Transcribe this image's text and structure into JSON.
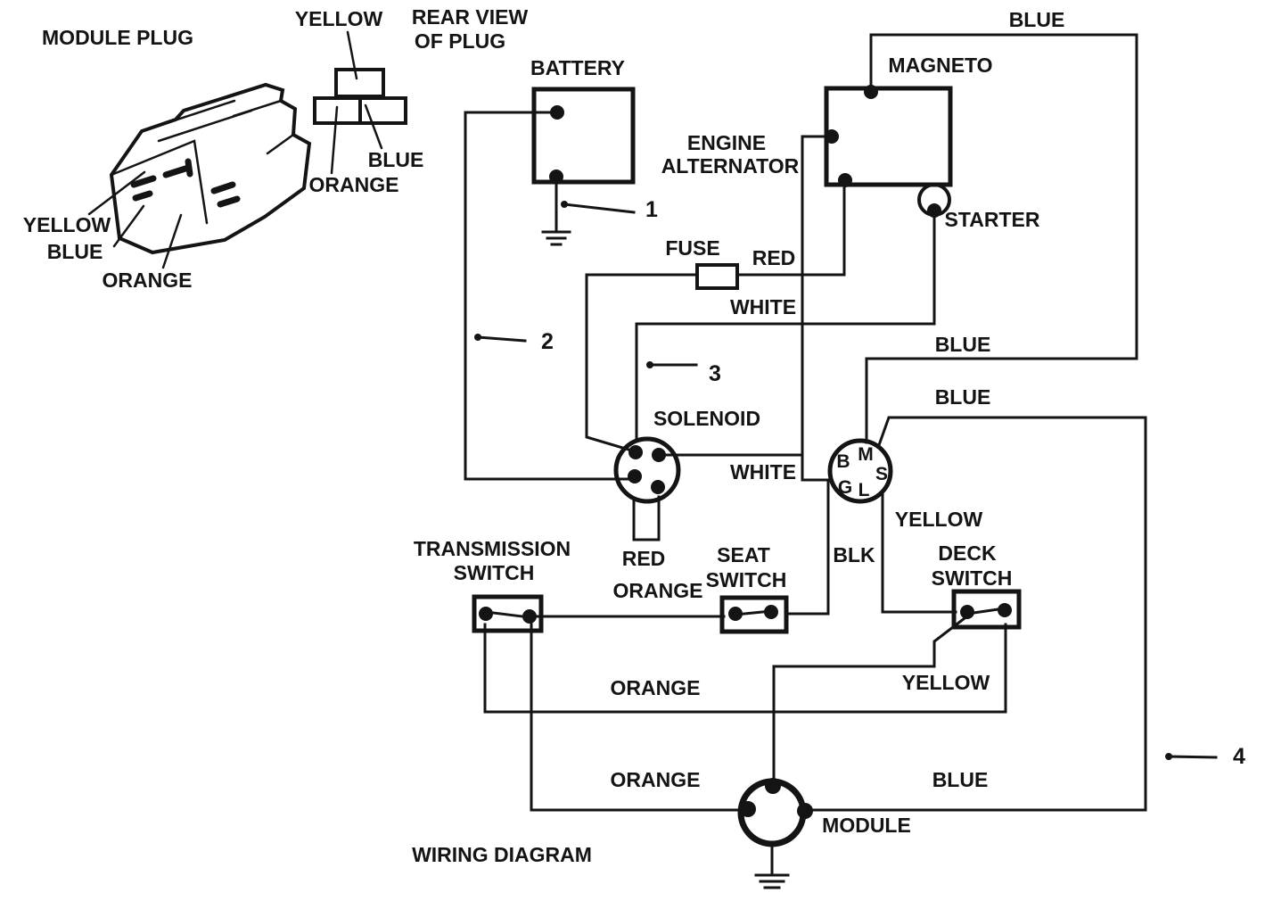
{
  "title": "WIRING DIAGRAM",
  "colors": {
    "ink": "#141414",
    "background": "#ffffff"
  },
  "module_plug": {
    "title": "MODULE PLUG",
    "pins": {
      "yellow": "YELLOW",
      "blue": "BLUE",
      "orange": "ORANGE"
    }
  },
  "rear_view": {
    "title_line1": "REAR VIEW",
    "title_line2": "OF PLUG",
    "pins": {
      "yellow": "YELLOW",
      "orange": "ORANGE",
      "blue": "BLUE"
    }
  },
  "components": {
    "battery": "BATTERY",
    "magneto": "MAGNETO",
    "engine_alternator": {
      "line1": "ENGINE",
      "line2": "ALTERNATOR"
    },
    "starter": "STARTER",
    "fuse": "FUSE",
    "solenoid": "SOLENOID",
    "key_switch": {
      "b": "B",
      "m": "M",
      "s": "S",
      "g": "G",
      "l": "L"
    },
    "transmission_switch": {
      "line1": "TRANSMISSION",
      "line2": "SWITCH"
    },
    "seat_switch": {
      "line1": "SEAT",
      "line2": "SWITCH"
    },
    "deck_switch": {
      "line1": "DECK",
      "line2": "SWITCH"
    },
    "module": "MODULE"
  },
  "wire_labels": {
    "blue_magneto_top": "BLUE",
    "red_fuse": "RED",
    "white_starter": "WHITE",
    "blue_key_m": "BLUE",
    "blue_key_s": "BLUE",
    "white_key_b": "WHITE",
    "yellow_key_l": "YELLOW",
    "blk_key_g": "BLK",
    "red_solenoid": "RED",
    "orange_seat": "ORANGE",
    "orange_deck": "ORANGE",
    "yellow_deck_module": "YELLOW",
    "orange_module": "ORANGE",
    "blue_module": "BLUE"
  },
  "callouts": {
    "c1": "1",
    "c2": "2",
    "c3": "3",
    "c4": "4"
  }
}
